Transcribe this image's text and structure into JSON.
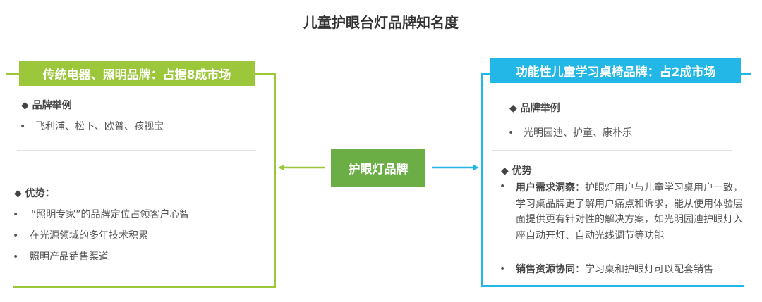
{
  "title": "儿童护眼台灯品牌知名度",
  "colors": {
    "green": "#9cc73a",
    "cyan": "#22b7e6",
    "center": "#6aae45"
  },
  "left": {
    "header": "传统电器、照明品牌：占据8成市场",
    "brands_heading": "◆ 品牌举例",
    "brands": "飞利浦、松下、欧普、孩视宝",
    "adv_heading": "◆ 优势：",
    "advantages": [
      "“照明专家”的品牌定位占领客户心智",
      "在光源领域的多年技术积累",
      "照明产品销售渠道"
    ]
  },
  "center": {
    "label": "护眼灯品牌"
  },
  "right": {
    "header": "功能性儿童学习桌椅品牌：占2成市场",
    "brands_heading": "◆ 品牌举例",
    "brands": "光明园迪、护童、康朴乐",
    "adv_heading": "◆ 优势",
    "advantages": [
      {
        "bold": "用户需求洞察",
        "text": "：护眼灯用户与儿童学习桌用户一致，学习桌品牌更了解用户痛点和诉求，能从使用体验层面提供更有针对性的解决方案，如光明园迪护眼灯入座自动开灯、自动光线调节等功能"
      },
      {
        "bold": "销售资源协同",
        "text": "：学习桌和护眼灯可以配套销售"
      }
    ]
  },
  "bullet": "•"
}
